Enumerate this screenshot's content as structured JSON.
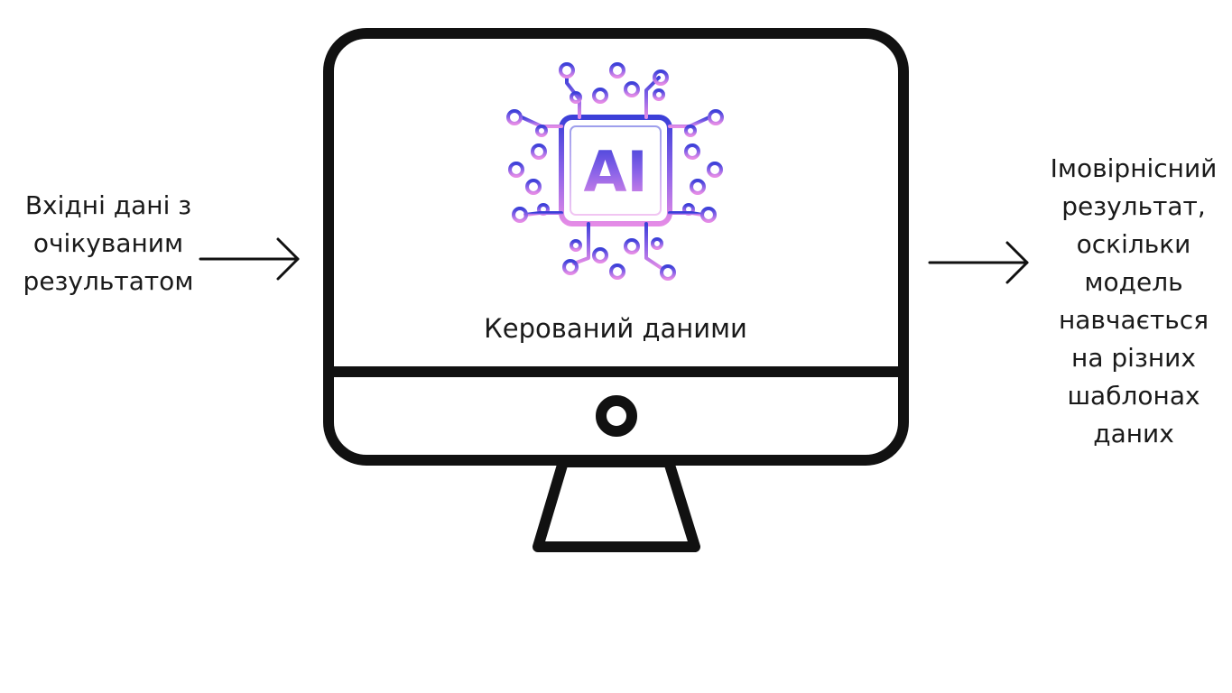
{
  "diagram": {
    "input_text": "Вхідні дані з\nочікуваним\nрезультатом",
    "monitor_caption": "Керований даними",
    "chip_label": "AI",
    "output_text": "Імовірнісний\nрезультат,\nоскільки\nмодель\nнавчається\nна різних\nшаблонах\nданих"
  },
  "colors": {
    "stroke": "#111111",
    "chip_gradient_top": "#3b3fd8",
    "chip_gradient_mid": "#8a63e8",
    "chip_gradient_bottom": "#e48be6"
  },
  "icons": {
    "input_arrow": "arrow-right-icon",
    "output_arrow": "arrow-right-icon",
    "monitor": "desktop-monitor-icon",
    "chip": "ai-chip-icon",
    "power_button": "power-button-icon"
  }
}
